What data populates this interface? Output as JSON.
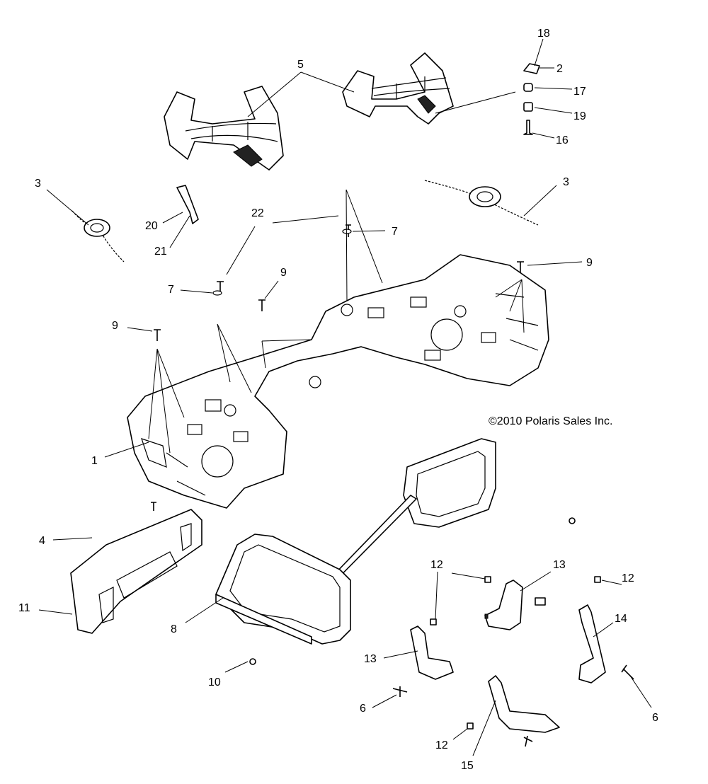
{
  "diagram": {
    "copyright": "©2010 Polaris Sales Inc.",
    "callouts": {
      "c18": "18",
      "c2": "2",
      "c17": "17",
      "c19": "19",
      "c16": "16",
      "c5": "5",
      "c3a": "3",
      "c3b": "3",
      "c20": "20",
      "c21": "21",
      "c22": "22",
      "c7a": "7",
      "c7b": "7",
      "c9a": "9",
      "c9b": "9",
      "c9c": "9",
      "c1": "1",
      "c4": "4",
      "c11": "11",
      "c8": "8",
      "c10": "10",
      "c12a": "12",
      "c12b": "12",
      "c12c": "12",
      "c13a": "13",
      "c13b": "13",
      "c14": "14",
      "c15": "15",
      "c6a": "6",
      "c6b": "6"
    }
  }
}
